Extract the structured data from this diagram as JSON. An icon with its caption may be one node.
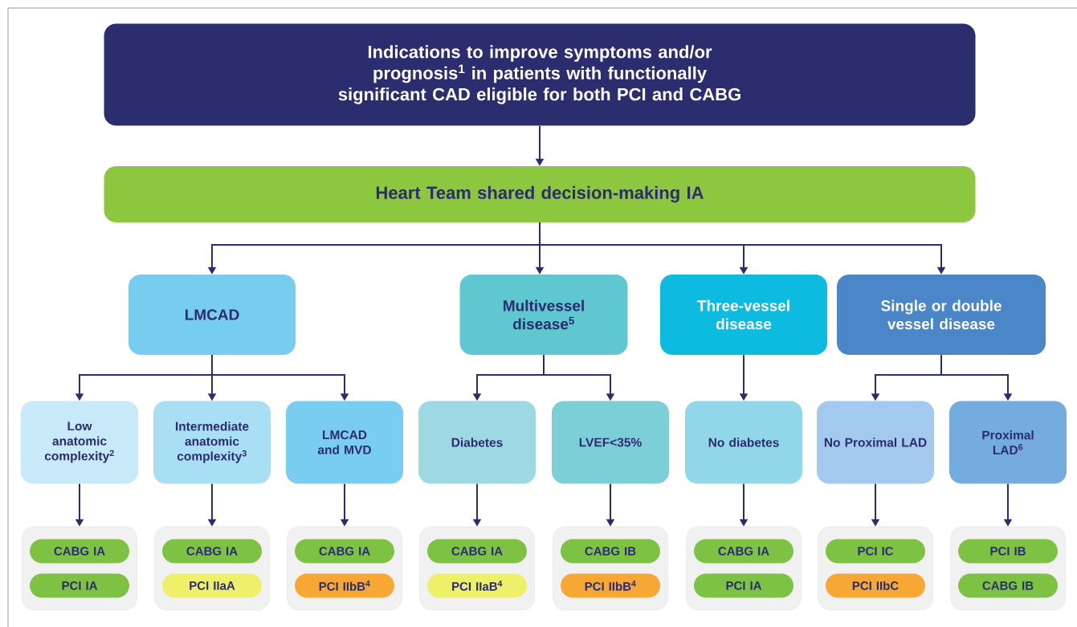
{
  "diagram": {
    "nodes": [
      {
        "text": [
          "Indications to improve symptoms and/or prognosis$^{1}$ in patients with functionally significant CAD eligible for both PCI and CABG"
        ]
      },
      {
        "text": [
          "Heart Team shared decision-making IA"
        ]
      },
      {
        "text": [
          "LMCAD"
        ]
      },
      {
        "text": [
          "Multivessel disease$^{5}$"
        ]
      },
      {
        "text": [
          "Three-vessel disease"
        ]
      },
      {
        "text": [
          "Single or double vessel disease"
        ]
      },
      {
        "text": [
          "Low anatomic complexity$^{2}$"
        ]
      },
      {
        "text": [
          "Intermediate anatomic complexity$^{3}$"
        ]
      },
      {
        "text": [
          "LMCAD and MVD"
        ]
      },
      {
        "text": [
          "Diabetes"
        ]
      },
      {
        "text": [
          "LVEF<35%"
        ]
      },
      {
        "text": [
          "No diabetes"
        ]
      },
      {
        "text": [
          "No Proximal LAD"
        ]
      },
      {
        "text": [
          "Proximal LAD$^{6}$"
        ]
      },
      {
        "text": [],
        "shape": "box"
      },
      {
        "text": [
          "CABG IA"
        ],
        "in": 14
      },
      {
        "text": [
          "PCI IA"
        ],
        "in": 14
      },
      {
        "text": [],
        "shape": "box"
      },
      {
        "text": [
          "CABG IA"
        ],
        "in": 17
      },
      {
        "text": [
          "PCI IIaA"
        ],
        "in": 17
      },
      {
        "text": [],
        "shape": "box"
      },
      {
        "text": [
          "CABG IA"
        ],
        "in": 20
      },
      {
        "text": [
          "PCI IIbB$^{4}$"
        ],
        "in": 20
      },
      {
        "text": [],
        "shape": "box"
      },
      {
        "text": [
          "CABG IA"
        ],
        "in": 23
      },
      {
        "text": [
          "PCI IIaB$^{4}$"
        ],
        "in": 23
      },
      {
        "text": [],
        "shape": "box"
      },
      {
        "text": [
          "CABG IB"
        ],
        "in": 26
      },
      {
        "text": [
          "PCI IIbB$^{4}$"
        ],
        "in": 26
      },
      {
        "text": [],
        "shape": "box"
      },
      {
        "text": [
          "CABG IA"
        ],
        "in": 29
      },
      {
        "text": [
          "PCI IA"
        ],
        "in": 29
      },
      {
        "text": [],
        "shape": "box"
      },
      {
        "text": [
          "PCI IC"
        ],
        "in": 32
      },
      {
        "text": [
          "PCI IIbC"
        ],
        "in": 32
      },
      {
        "text": [],
        "shape": "box"
      },
      {
        "text": [
          "PCI IB"
        ],
        "in": 35
      },
      {
        "text": [
          "CABG IB"
        ],
        "in": 35
      }
    ],
    "edges": [
      {
        "from": 0,
        "to": 1,
        "arrow": "to"
      },
      {
        "from": 1,
        "to": 2,
        "arrow": "to"
      },
      {
        "from": 1,
        "to": 3,
        "arrow": "to"
      },
      {
        "from": 1,
        "to": 4,
        "arrow": "to"
      },
      {
        "from": 1,
        "to": 5,
        "arrow": "to"
      },
      {
        "from": 2,
        "to": 6,
        "arrow": "to"
      },
      {
        "from": 2,
        "to": 7,
        "arrow": "to"
      },
      {
        "from": 2,
        "to": 8,
        "arrow": "to"
      },
      {
        "from": 3,
        "to": 9,
        "arrow": "to"
      },
      {
        "from": 3,
        "to": 10,
        "arrow": "to"
      },
      {
        "from": 4,
        "to": 11,
        "arrow": "to"
      },
      {
        "from": 5,
        "to": 12,
        "arrow": "to"
      },
      {
        "from": 5,
        "to": 13,
        "arrow": "to"
      },
      {
        "from": 6,
        "to": 14,
        "arrow": "to"
      },
      {
        "from": 7,
        "to": 17,
        "arrow": "to"
      },
      {
        "from": 8,
        "to": 20,
        "arrow": "to"
      },
      {
        "from": 9,
        "to": 23,
        "arrow": "to"
      },
      {
        "from": 10,
        "to": 26,
        "arrow": "to"
      },
      {
        "from": 11,
        "to": 29,
        "arrow": "to"
      },
      {
        "from": 12,
        "to": 32,
        "arrow": "to"
      },
      {
        "from": 13,
        "to": 35,
        "arrow": "to"
      }
    ]
  }
}
